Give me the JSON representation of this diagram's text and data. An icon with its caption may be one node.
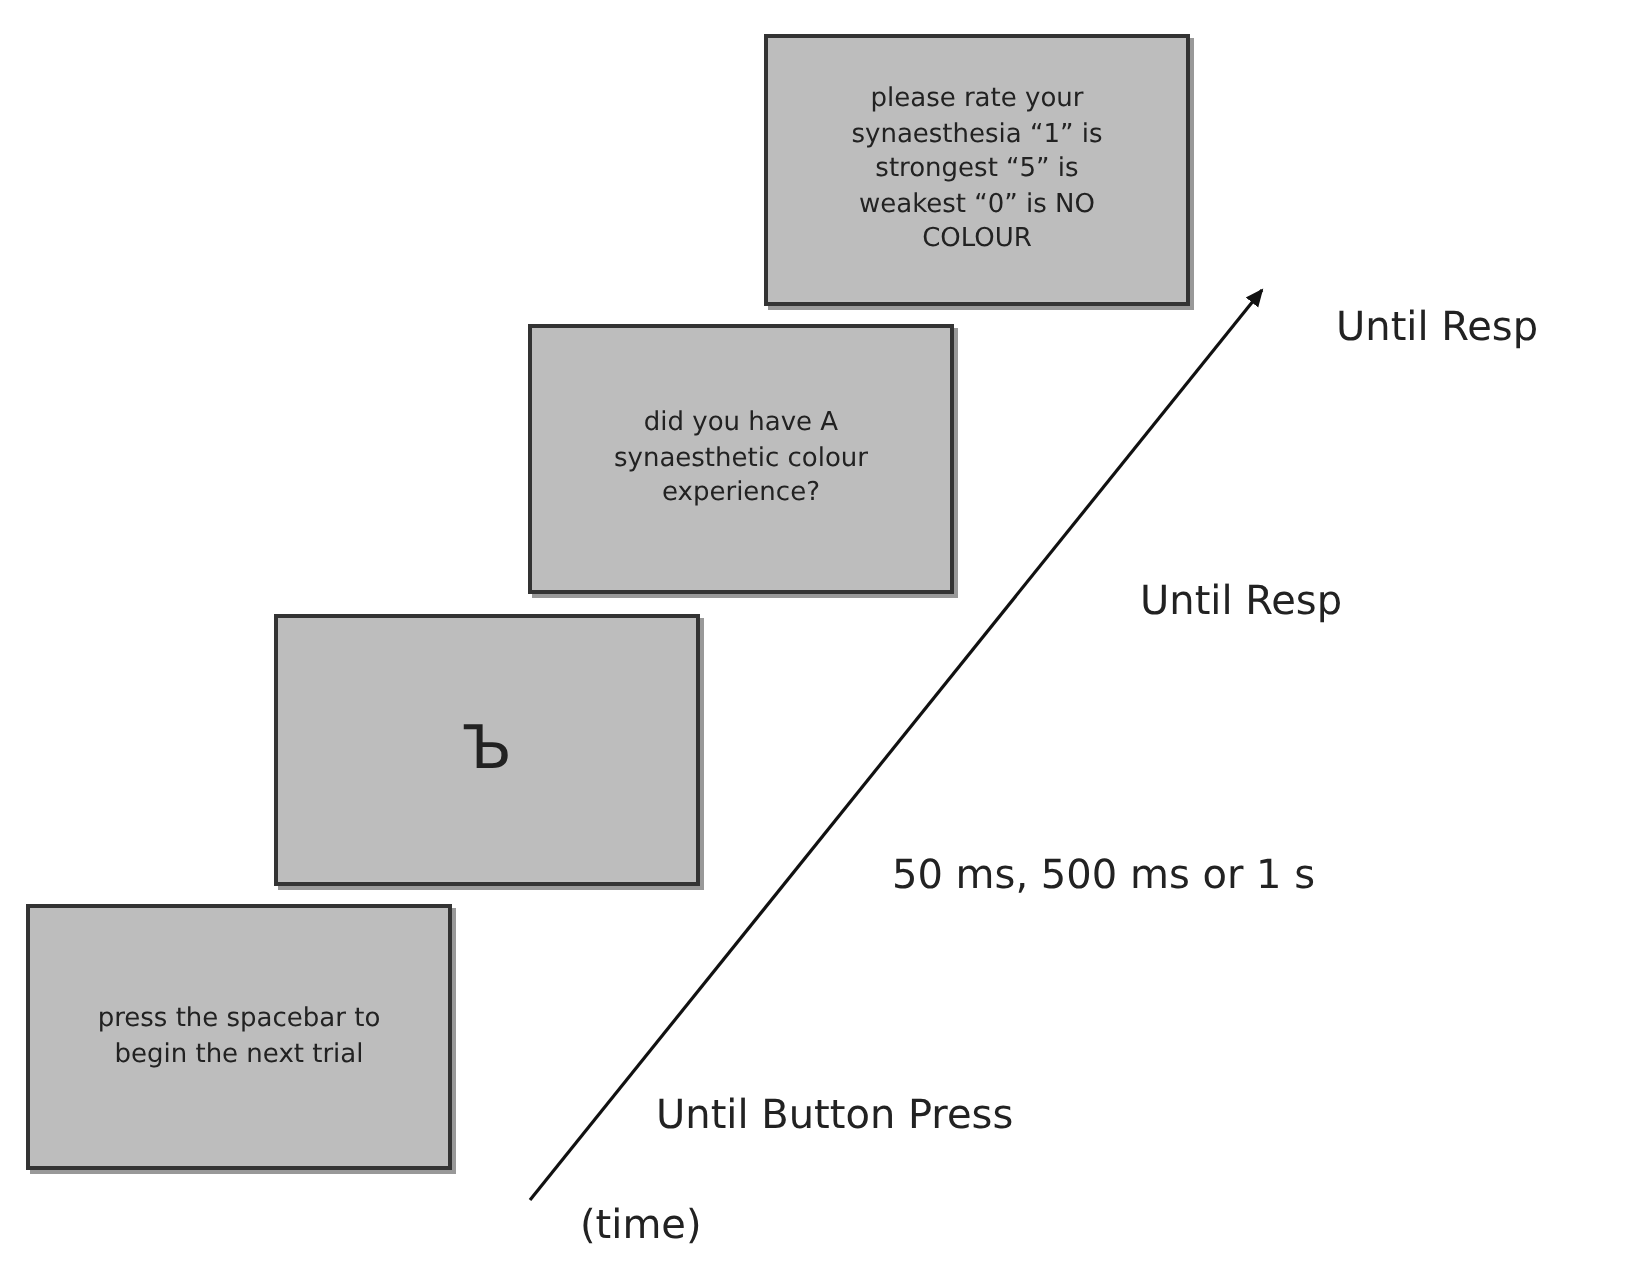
{
  "diagram": {
    "nodes": [
      {
        "text": [
          "press the spacebar to begin the next trial"
        ]
      },
      {
        "text": [
          "Ъ"
        ]
      },
      {
        "text": [
          "did you have A synaesthetic colour experience?"
        ]
      },
      {
        "text": [
          "please rate your synaesthesia “1” is strongest “5” is weakest “0” is NO COLOUR"
        ]
      }
    ],
    "labels": [
      "Until Resp",
      "Until Resp",
      "50 ms, 500 ms or 1 s",
      "Until Button Press",
      "(time)"
    ]
  }
}
